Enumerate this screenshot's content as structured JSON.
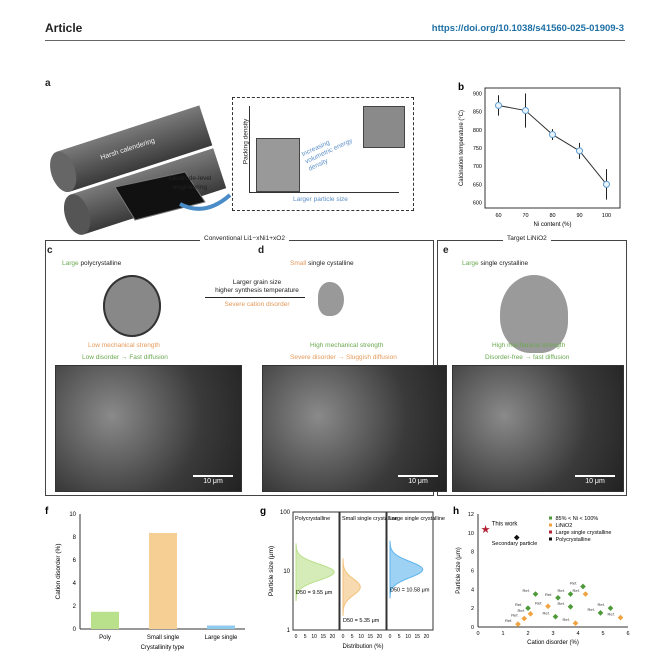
{
  "header": {
    "title": "Article",
    "doi": "https://doi.org/10.1038/s41560-025-01909-3"
  },
  "panel_a": {
    "label": "a",
    "roller_text": "Harsh calendering",
    "arrow_text": "Electrode-level engineering",
    "y_axis": "Packing density",
    "x_axis": "Larger particle size",
    "diag_text": "Increasing volumetric energy density"
  },
  "sections": {
    "conventional": "Conventional Li1−xNi1+xO2",
    "target": "Target LiNiO2"
  },
  "panel_c": {
    "label": "c",
    "title_adj": "Large",
    "title_rest": "polycrystalline",
    "note1": "Low mechanical strength",
    "note2": "Low disorder → Fast diffusion",
    "scale": "10 μm"
  },
  "transition": {
    "line1": "Larger grain size",
    "line2": "higher synthesis temperature",
    "line3": "Severe cation disorder"
  },
  "panel_d": {
    "label": "d",
    "title_adj": "Small",
    "title_rest": "single cystalline",
    "note1": "High mechanical strength",
    "note2": "Severe disorder → Sluggish diffusion",
    "scale": "10 μm"
  },
  "panel_e": {
    "label": "e",
    "title_adj": "Large",
    "title_rest": "single crystalline",
    "note1": "High mechanical strength",
    "note2": "Disorder-free → fast diffusion",
    "scale": "10 μm"
  },
  "chart_data": [
    {
      "id": "b",
      "type": "line",
      "label": "b",
      "xlabel": "Ni content (%)",
      "ylabel": "Calcination temperature (°C)",
      "x": [
        60,
        70,
        80,
        90,
        100
      ],
      "y": [
        867,
        853,
        787,
        742,
        650
      ],
      "err": [
        28,
        47,
        15,
        22,
        42
      ],
      "xlim": [
        55,
        105
      ],
      "ylim": [
        585,
        915
      ],
      "xticks": [
        60,
        70,
        80,
        90,
        100
      ],
      "yticks": [
        600,
        650,
        700,
        750,
        800,
        850,
        900
      ],
      "color": "#5b9bd5"
    },
    {
      "id": "f",
      "type": "bar",
      "label": "f",
      "xlabel": "Crystallinity type",
      "ylabel": "Cation disorder (%)",
      "categories": [
        "Poly",
        "Small single",
        "Large single"
      ],
      "values": [
        1.5,
        8.35,
        0.3
      ],
      "colors": [
        "#b9e08a",
        "#f5cf94",
        "#8ec9ee"
      ],
      "ylim": [
        0,
        10
      ],
      "yticks": [
        0,
        2,
        4,
        6,
        8,
        10
      ]
    },
    {
      "id": "g",
      "type": "area",
      "label": "g",
      "xlabel": "Distribution (%)",
      "ylabel": "Particle size (μm)",
      "ylim": [
        1,
        100
      ],
      "yscale": "log",
      "yticks": [
        1,
        10,
        100
      ],
      "xticks": [
        0,
        5,
        10,
        15,
        20
      ],
      "series": [
        {
          "name": "Polycrystalline",
          "d50": "D50 = 9.55 μm",
          "peak_size": 9.55,
          "peak": 21,
          "color": "#b9e08a"
        },
        {
          "name": "Small single crystalline",
          "d50": "D50 = 5.35 μm",
          "peak_size": 5.35,
          "peak": 9.5,
          "color": "#f2c27a"
        },
        {
          "name": "Large single crystalline",
          "d50": "D50 = 10.58 μm",
          "peak_size": 10.58,
          "peak": 18,
          "color": "#5db4ec"
        }
      ]
    },
    {
      "id": "h",
      "type": "scatter",
      "label": "h",
      "xlabel": "Cation disorder (%)",
      "ylabel": "Particle size (μm)",
      "xlim": [
        0,
        6
      ],
      "ylim": [
        0,
        12
      ],
      "xticks": [
        0,
        1,
        2,
        3,
        4,
        5,
        6
      ],
      "yticks": [
        0,
        2,
        4,
        6,
        8,
        10,
        12
      ],
      "legend": [
        "85% < Ni < 100%",
        "LiNiO2",
        "Large single crystalline",
        "Polycrystalline"
      ],
      "annotations": [
        "This work",
        "Secondary particle"
      ],
      "series": [
        {
          "name": "85% < Ni < 100%",
          "color": "#4e9a3a",
          "points": [
            [
              2.3,
              3.5
            ],
            [
              2.0,
              2.0
            ],
            [
              3.2,
              3.1
            ],
            [
              3.7,
              3.5
            ],
            [
              3.7,
              2.15
            ],
            [
              4.2,
              4.3
            ],
            [
              3.1,
              1.1
            ],
            [
              4.9,
              1.5
            ],
            [
              5.3,
              2.0
            ]
          ]
        },
        {
          "name": "LiNiO2",
          "color": "#f0a340",
          "points": [
            [
              1.6,
              0.3
            ],
            [
              1.85,
              0.9
            ],
            [
              2.1,
              1.4
            ],
            [
              2.8,
              2.2
            ],
            [
              3.9,
              0.4
            ],
            [
              4.3,
              3.5
            ],
            [
              5.7,
              1.0
            ]
          ]
        },
        {
          "name": "Large single crystalline",
          "color": "#b22234",
          "points": [
            [
              0.3,
              10.4
            ]
          ]
        },
        {
          "name": "Polycrystalline",
          "color": "#111111",
          "points": [
            [
              1.55,
              9.5
            ]
          ]
        }
      ],
      "ref_label": "Ref."
    }
  ]
}
